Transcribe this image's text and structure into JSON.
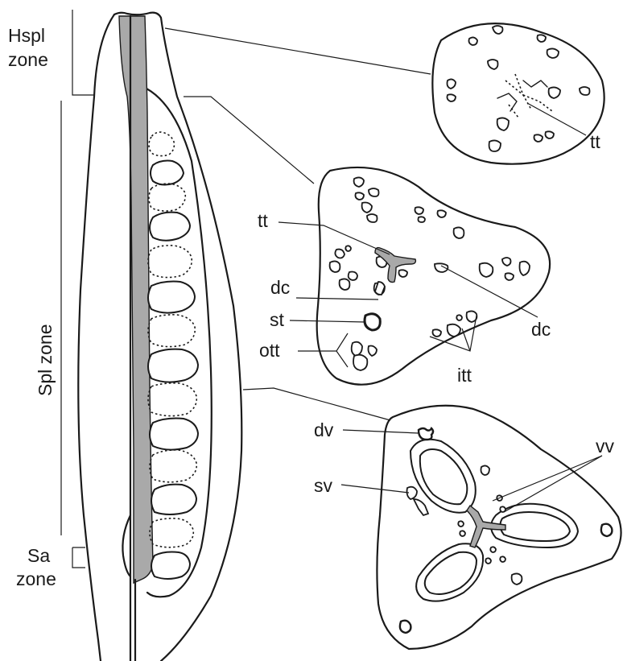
{
  "zones": {
    "hspl_line1": "Hspl",
    "hspl_line2": "zone",
    "spl": "Spl zone",
    "sa_line1": "Sa",
    "sa_line2": "zone"
  },
  "labels": {
    "tt_top": "tt",
    "tt_mid": "tt",
    "dc_left": "dc",
    "dc_right": "dc",
    "st": "st",
    "ott": "ott",
    "itt": "itt",
    "dv": "dv",
    "vv": "vv",
    "sv": "sv"
  },
  "colors": {
    "ink": "#1a1a1a",
    "central_tissue": "#a9a9a9",
    "background": "#ffffff"
  }
}
